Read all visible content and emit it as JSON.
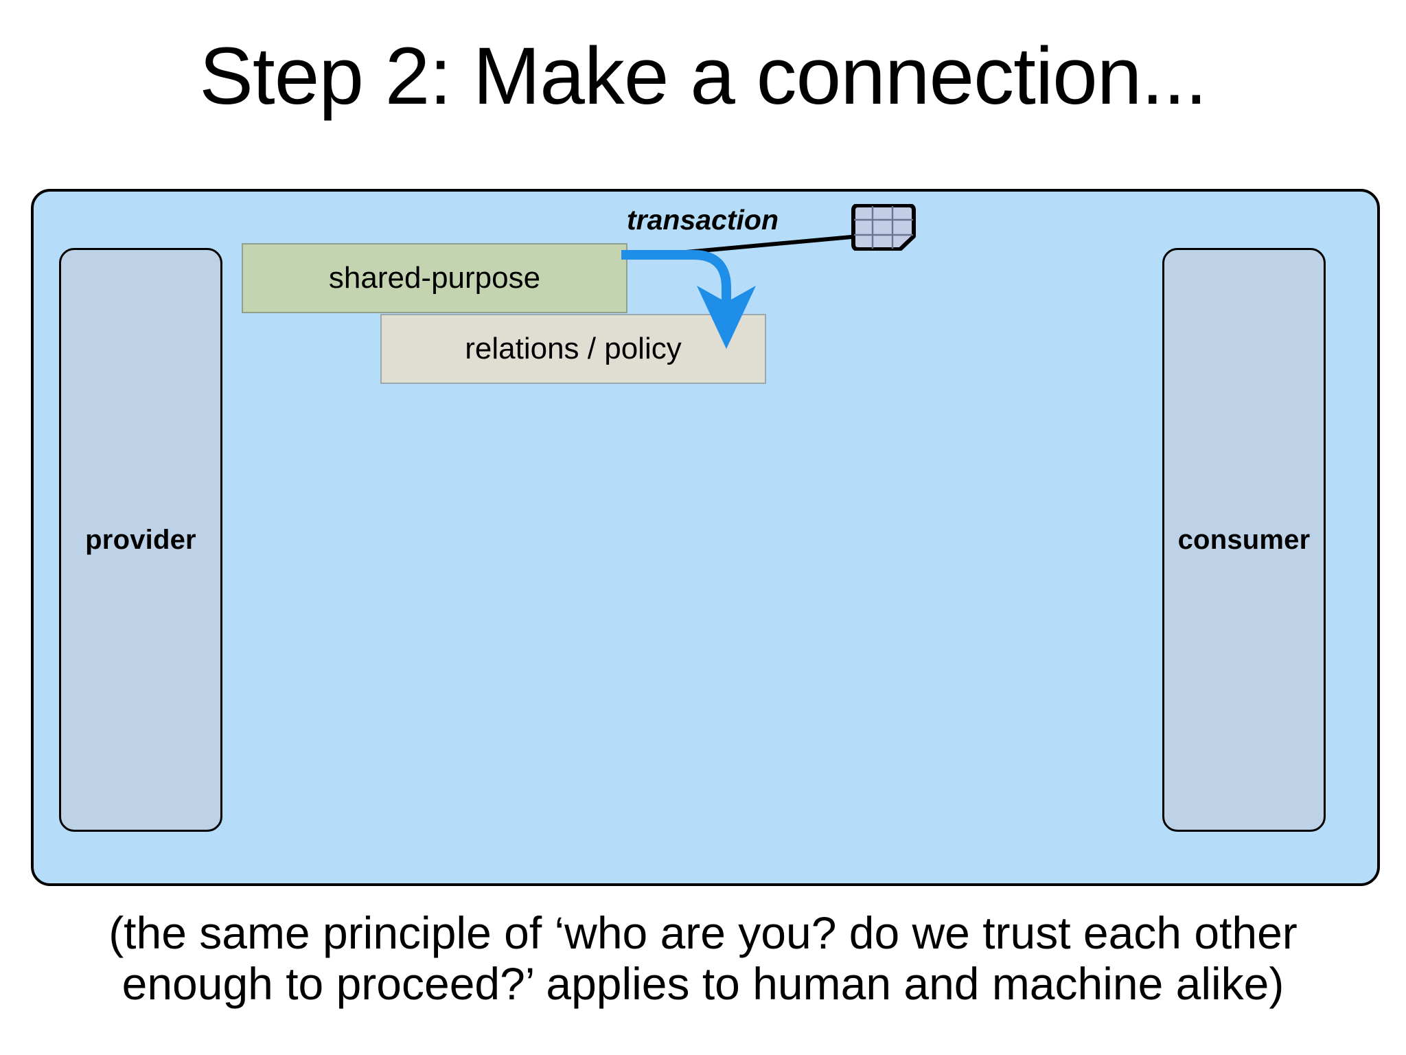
{
  "slide": {
    "title": "Step 2: Make a connection...",
    "caption": "(the same principle of ‘who are you? do we trust each other enough to proceed?’ applies to human and machine alike)"
  },
  "diagram": {
    "type": "concept-diagram",
    "container_fill": "#b5dcf8",
    "container_border": "#000000",
    "actors": [
      {
        "id": "provider",
        "label": "provider",
        "side": "left",
        "fill": "#bdd2e6",
        "border": "#000000"
      },
      {
        "id": "consumer",
        "label": "consumer",
        "side": "right",
        "fill": "#bdd2e6",
        "border": "#000000"
      }
    ],
    "layers": [
      {
        "id": "shared-purpose",
        "label": "shared-purpose",
        "fill": "#c5d4b0",
        "border": "#8fa08c"
      },
      {
        "id": "relations-policy",
        "label": "relations / policy",
        "fill": "#e0ddd3",
        "border": "#9ba9ac"
      }
    ],
    "annotation": {
      "label": "transaction",
      "style": "bold-italic",
      "leader_line_color": "#000000",
      "icon": "chip-grid-icon",
      "icon_fill": "#c3cde6",
      "icon_border": "#000000",
      "icon_grid_rows": 3,
      "icon_grid_cols": 3
    },
    "arrow": {
      "from": "shared-purpose",
      "to": "relations-policy",
      "color": "#1e8ee8",
      "shape": "curved-down"
    }
  }
}
